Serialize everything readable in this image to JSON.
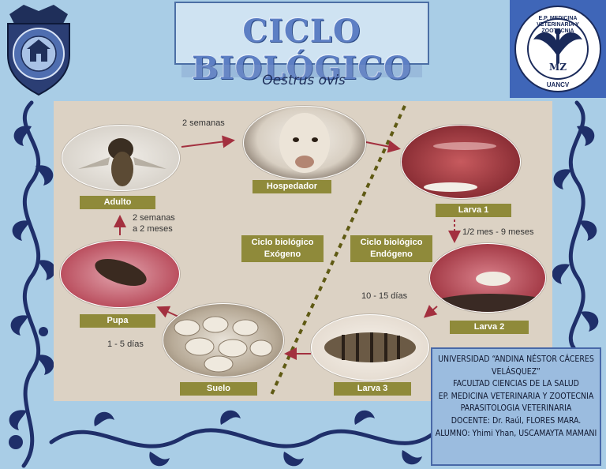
{
  "header": {
    "title": "CICLO BIOLÓGICO",
    "subtitle": "Oestrus ovis"
  },
  "logo_right": {
    "ring_text": "E.P. MEDICINA VETERINARIA Y ZOOTECNIA",
    "monogram": "MZ",
    "bottom_text": "UANCV"
  },
  "diagram": {
    "stages": {
      "adulto": "Adulto",
      "hospedador": "Hospedador",
      "larva1": "Larva 1",
      "larva2": "Larva 2",
      "larva3": "Larva 3",
      "suelo": "Suelo",
      "pupa": "Pupa"
    },
    "durations": {
      "adulto_hospedador": "2 semanas",
      "larva1_larva2": "1/2 mes - 9 meses",
      "larva2_larva3": "10 - 15 días",
      "suelo_pupa": "1 - 5 días",
      "pupa_adulto_line1": "2 semanas",
      "pupa_adulto_line2": "a 2 meses"
    },
    "cycles": {
      "exogeno_line1": "Ciclo biológico",
      "exogeno_line2": "Exógeno",
      "endogeno_line1": "Ciclo biológico",
      "endogeno_line2": "Endógeno"
    }
  },
  "credits": {
    "line1": "UNIVERSIDAD “ANDINA NÉSTOR CÁCERES",
    "line2": "VELÁSQUEZ”",
    "line3": "FACULTAD CIENCIAS DE LA SALUD",
    "line4": "EP. MEDICINA VETERINARIA Y ZOOTECNIA",
    "line5": "PARASITOLOGIA VETERINARIA",
    "line6": "DOCENTE: Dr. Raúl, FLORES MARA.",
    "line7": "ALUMNO: Yhimi Yhan, USCAMAYTA MAMANI"
  },
  "colors": {
    "background": "#a9cde6",
    "panel": "#dcd2c4",
    "label": "#8f8a3a",
    "arrow": "#a3303f",
    "ornament": "#1f2f6a"
  }
}
